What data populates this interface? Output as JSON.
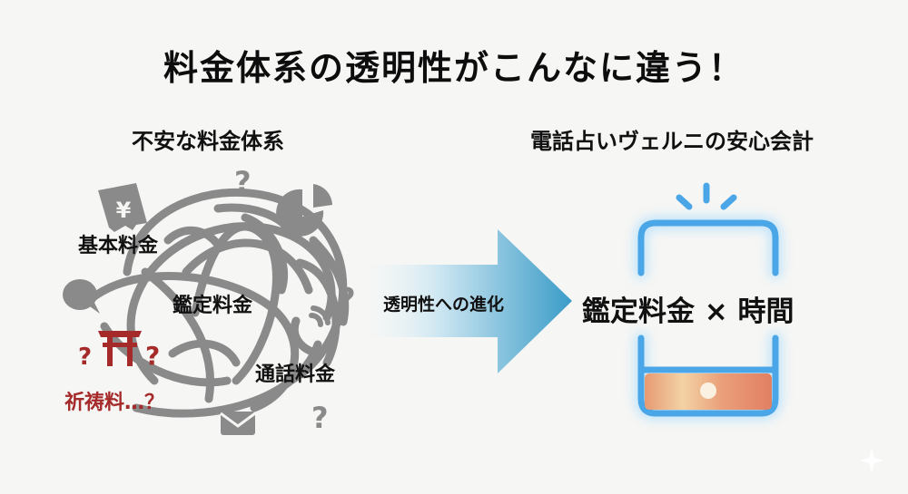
{
  "title": "料金体系の透明性がこんなに違う！",
  "left_panel": {
    "heading": "不安な料金体系",
    "labels": {
      "basic_fee": "基本料金",
      "reading_fee": "鑑定料金",
      "call_fee": "通話料金",
      "prayer_fee": "祈祷料…？"
    },
    "icons": [
      "yen-receipt-icon",
      "pie-chart-icon",
      "speech-bubble-icon",
      "phone-icon",
      "mail-icon",
      "torii-icon",
      "question-mark-icon"
    ],
    "colors": {
      "tangle": "#8a8a8a",
      "warning": "#a52a2a"
    }
  },
  "arrow": {
    "label": "透明性への進化",
    "colors": {
      "start": "#e8f3f8",
      "end": "#3a9cc8"
    }
  },
  "right_panel": {
    "heading": "電話占いヴェルニの安心会計",
    "formula": "鑑定料金 × 時間",
    "colors": {
      "phone_outline": "#4aa6e6",
      "phone_glow": "#a6dcff",
      "base_start": "#f3d2a5",
      "base_end": "#e27f62"
    }
  }
}
